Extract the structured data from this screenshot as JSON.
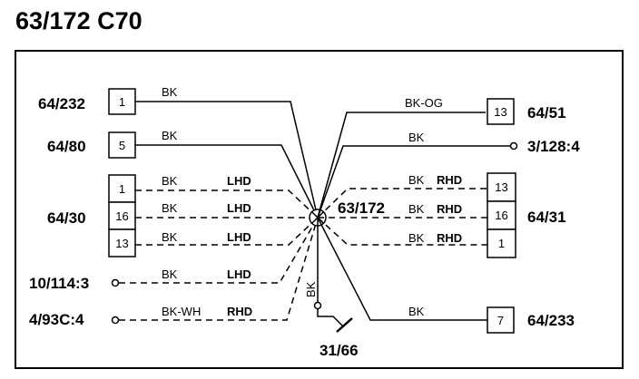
{
  "title": "63/172 C70",
  "center_label": "63/172",
  "ground_label": "31/66",
  "left_connectors": [
    "64/232",
    "64/80",
    "64/30",
    "10/114:3",
    "4/93C:4"
  ],
  "right_connectors": [
    "64/51",
    "3/128:4",
    "64/31",
    "64/233"
  ],
  "pins": {
    "c64_232": "1",
    "c64_80": "5",
    "c64_30_a": "1",
    "c64_30_b": "16",
    "c64_30_c": "13",
    "c64_51": "13",
    "c64_31_a": "13",
    "c64_31_b": "16",
    "c64_31_c": "1",
    "c64_233": "7"
  },
  "wires": {
    "w1": "BK",
    "w2": "BK",
    "w3": "BK",
    "w4": "BK",
    "w5": "BK",
    "w6": "BK",
    "w7": "BK-WH",
    "r1": "BK-OG",
    "r2": "BK",
    "r3": "BK",
    "r4": "BK",
    "r5": "BK",
    "r6": "BK",
    "ground": "BK"
  },
  "variants": {
    "v3": "LHD",
    "v4": "LHD",
    "v5": "LHD",
    "v6": "LHD",
    "v7": "RHD",
    "r3": "RHD",
    "r4": "RHD",
    "r5": "RHD"
  }
}
